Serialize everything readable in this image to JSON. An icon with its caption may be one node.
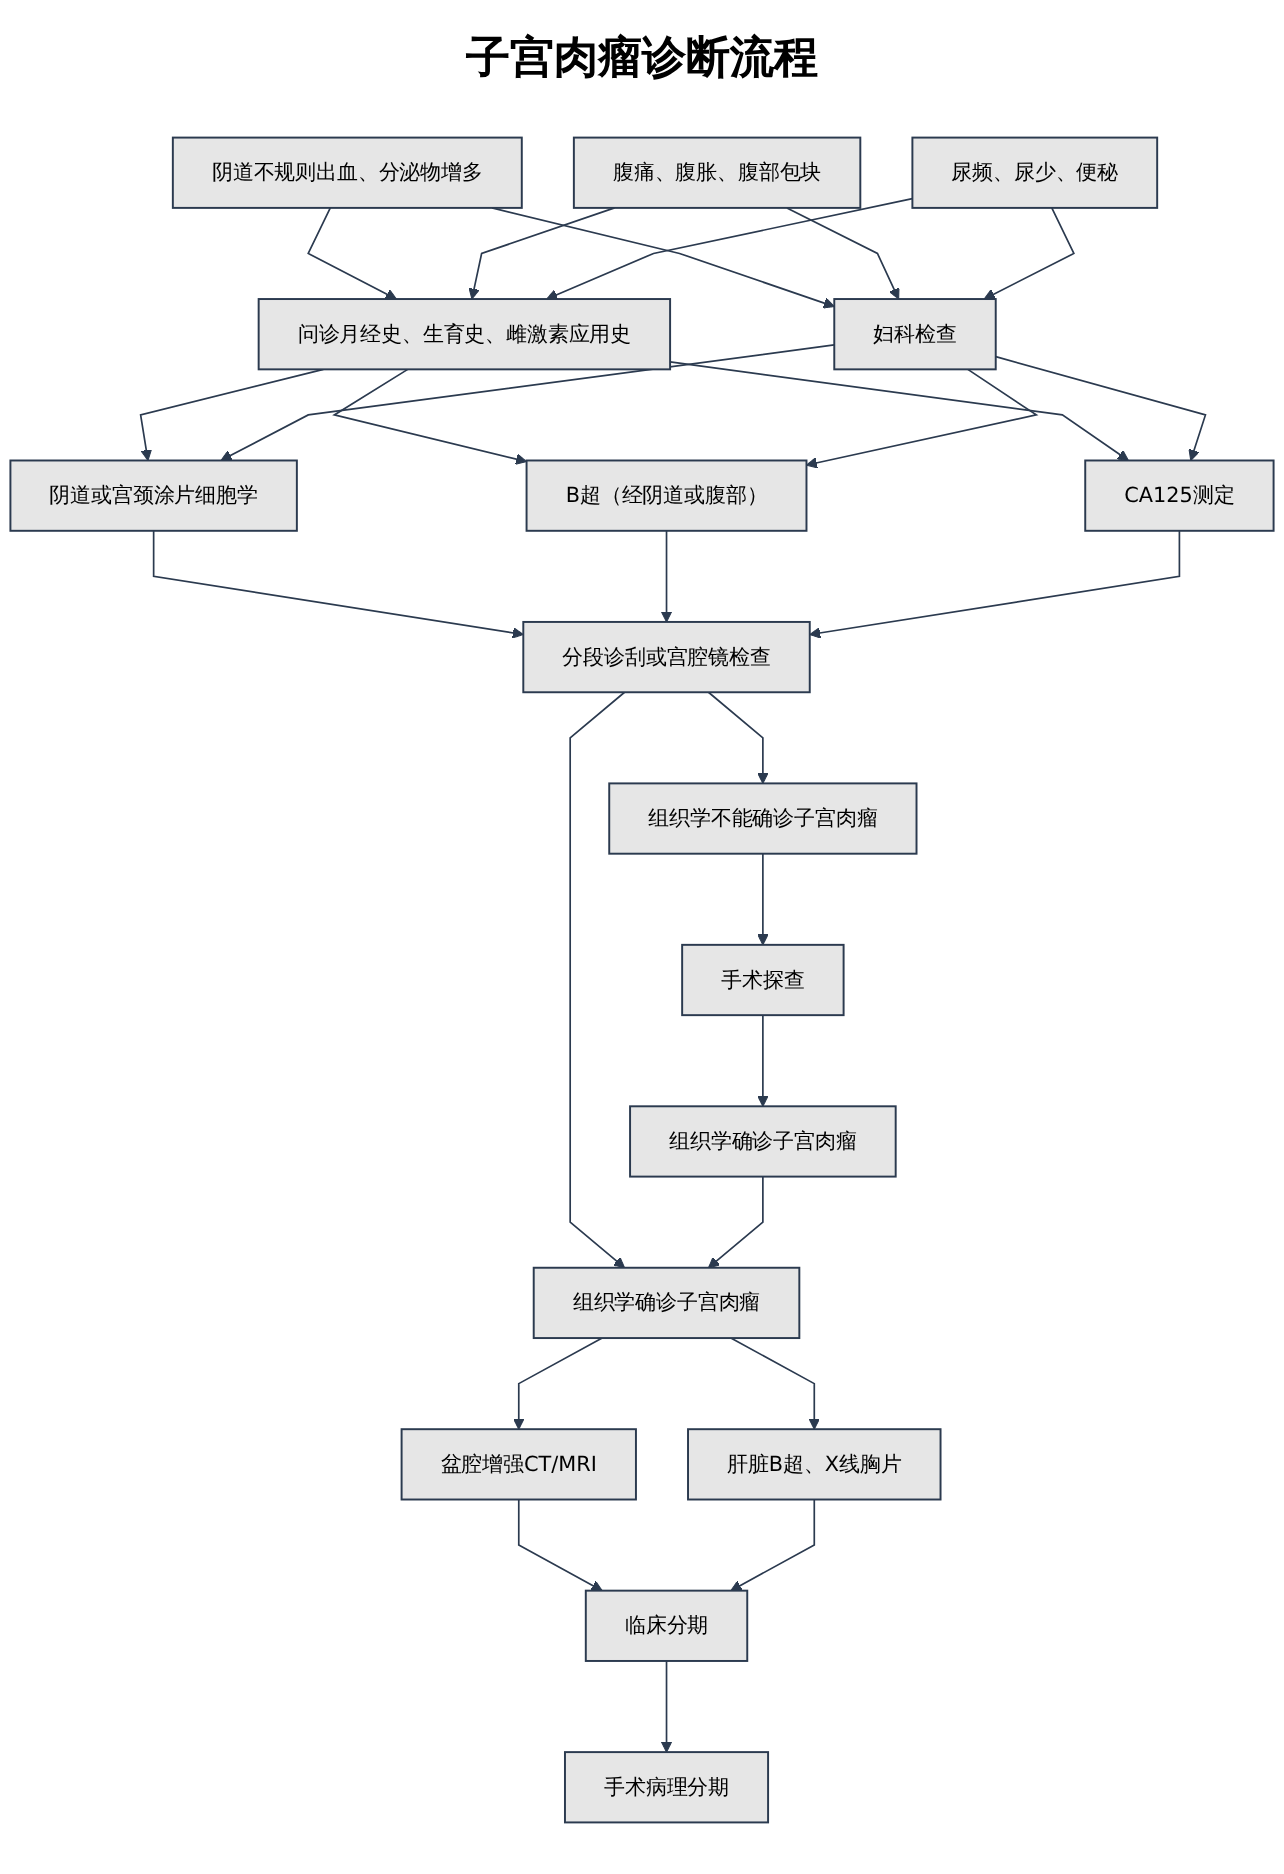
{
  "diagram": {
    "title": "子宫肉瘤诊断流程",
    "nodes": [
      {
        "text": [
          "阴道不规则出血、分泌物增多"
        ]
      },
      {
        "text": [
          "腹痛、腹胀、腹部包块"
        ]
      },
      {
        "text": [
          "尿频、尿少、便秘"
        ]
      },
      {
        "text": [
          "问诊月经史、生育史、雌激素应用史"
        ]
      },
      {
        "text": [
          "妇科检查"
        ]
      },
      {
        "text": [
          "阴道或宫颈涂片细胞学"
        ]
      },
      {
        "text": [
          "B超（经阴道或腹部）"
        ]
      },
      {
        "text": [
          "CA125测定"
        ]
      },
      {
        "text": [
          "分段诊刮或宫腔镜检查"
        ]
      },
      {
        "text": [
          "组织学确诊子宫肉瘤"
        ]
      },
      {
        "text": [
          "组织学不能确诊子宫肉瘤"
        ]
      },
      {
        "text": [
          "盆腔增强CT/MRI"
        ]
      },
      {
        "text": [
          "肝脏B超、X线胸片"
        ]
      },
      {
        "text": [
          "手术探查"
        ]
      },
      {
        "text": [
          "临床分期"
        ]
      },
      {
        "text": [
          "组织学确诊子宫肉瘤"
        ]
      },
      {
        "text": [
          "手术病理分期"
        ]
      }
    ],
    "edges": [
      {
        "from": 0,
        "to": 3,
        "arrow": "to"
      },
      {
        "from": 0,
        "to": 4,
        "arrow": "to"
      },
      {
        "from": 1,
        "to": 3,
        "arrow": "to"
      },
      {
        "from": 1,
        "to": 4,
        "arrow": "to"
      },
      {
        "from": 2,
        "to": 3,
        "arrow": "to"
      },
      {
        "from": 2,
        "to": 4,
        "arrow": "to"
      },
      {
        "from": 3,
        "to": 5,
        "arrow": "to"
      },
      {
        "from": 3,
        "to": 6,
        "arrow": "to"
      },
      {
        "from": 3,
        "to": 7,
        "arrow": "to"
      },
      {
        "from": 4,
        "to": 5,
        "arrow": "to"
      },
      {
        "from": 4,
        "to": 6,
        "arrow": "to"
      },
      {
        "from": 4,
        "to": 7,
        "arrow": "to"
      },
      {
        "from": 5,
        "to": 8,
        "arrow": "to"
      },
      {
        "from": 6,
        "to": 8,
        "arrow": "to"
      },
      {
        "from": 7,
        "to": 8,
        "arrow": "to"
      },
      {
        "from": 8,
        "to": 9,
        "arrow": "to"
      },
      {
        "from": 8,
        "to": 10,
        "arrow": "to"
      },
      {
        "from": 9,
        "to": 11,
        "arrow": "to"
      },
      {
        "from": 9,
        "to": 12,
        "arrow": "to"
      },
      {
        "from": 11,
        "to": 14,
        "arrow": "to"
      },
      {
        "from": 12,
        "to": 14,
        "arrow": "to"
      },
      {
        "from": 14,
        "to": 16,
        "arrow": "to"
      },
      {
        "from": 10,
        "to": 13,
        "arrow": "to"
      },
      {
        "from": 13,
        "to": 15,
        "arrow": "to"
      },
      {
        "from": 15,
        "to": 9,
        "arrow": "to"
      }
    ]
  }
}
